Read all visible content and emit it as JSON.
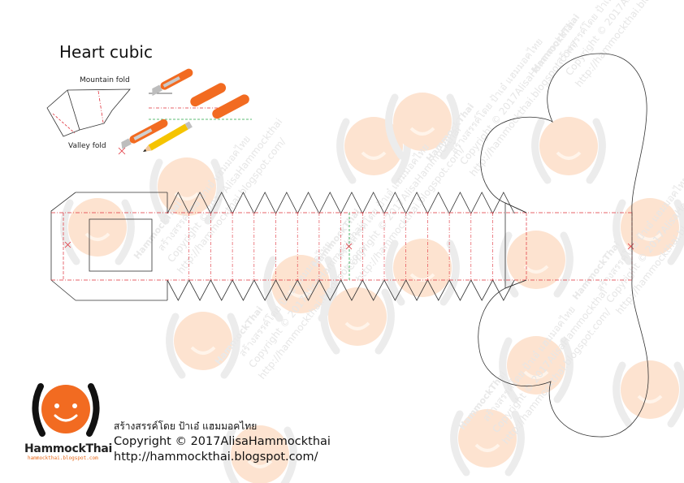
{
  "title": "Heart cubic",
  "legend": {
    "mountain_fold": "Mountain fold",
    "valley_fold": "Valley fold"
  },
  "brand": {
    "name": "HammockThai",
    "url": "hammockthai.blogspot.com",
    "accent": "#f26b21"
  },
  "credits": {
    "thai_line": "สร้างสรรค์โดย ป้าเอ๋ แฮมมอคไทย",
    "copyright": "Copyright © 2017AlisaHammockthai",
    "url": "http://hammockthai.blogspot.com/"
  },
  "watermark": {
    "thai": "สร้างสรรค์โดย ป้าเอ๋ แฮมมอคไทย",
    "copyright": "Copyright © 2017AlisaHammockthai",
    "url": "http://hammockthai.blogspot.com/",
    "brand": "HammockThai"
  },
  "colors": {
    "cut_line": "#333333",
    "mountain_fold": "#e0303a",
    "valley_fold": "#2aa84a",
    "tool_orange": "#f26b21",
    "pencil_yellow": "#f5c400"
  },
  "icons": [
    "cutter-knife-icon",
    "pencil-icon",
    "logo-face-icon"
  ]
}
